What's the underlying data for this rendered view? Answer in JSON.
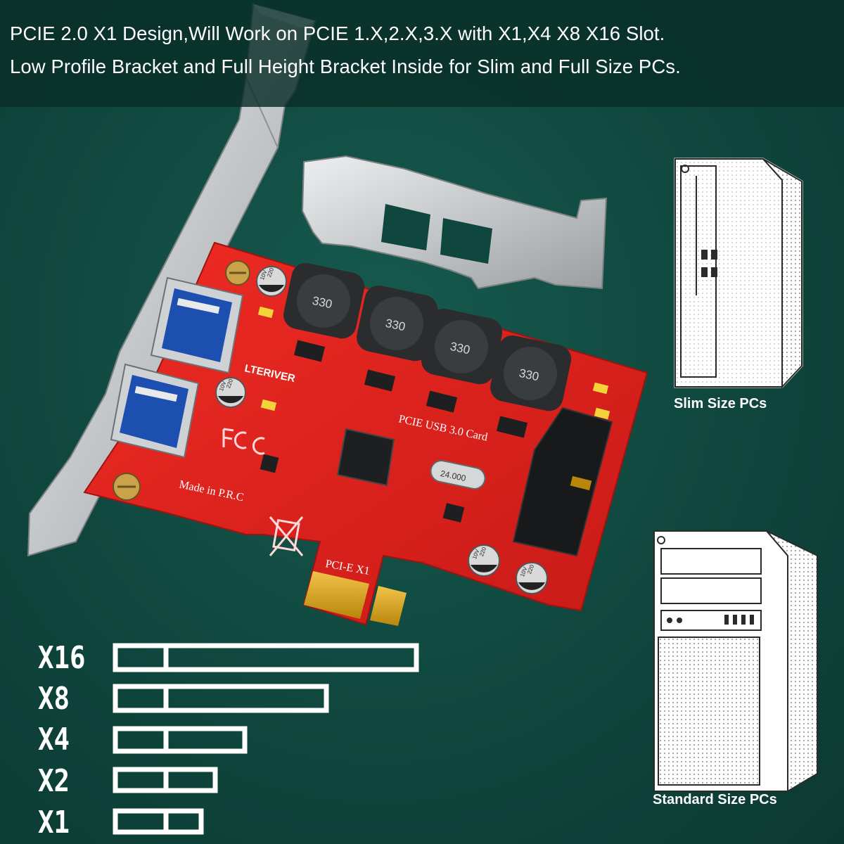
{
  "banner": {
    "line1": "PCIE 2.0 X1 Design,Will Work on PCIE 1.X,2.X,3.X with X1,X4 X8 X16 Slot.",
    "line2": "Low Profile Bracket and Full Height Bracket Inside for Slim and Full Size PCs."
  },
  "card": {
    "brand": "LTERIVER",
    "model_silk": "PCIE USB 3.0 Card",
    "interface_silk": "PCI-E X1",
    "origin_silk": "Made in P.R.C",
    "inductor_marking": "330",
    "crystal_marking": "24.000",
    "capacitor_marking_top": "220",
    "capacitor_marking_bottom": "10V"
  },
  "computers": {
    "slim_caption": "Slim Size PCs",
    "standard_caption": "Standard Size PCs"
  },
  "slots": [
    {
      "label": "X16"
    },
    {
      "label": "X8"
    },
    {
      "label": "X4"
    },
    {
      "label": "X2"
    },
    {
      "label": "X1"
    }
  ],
  "colors": {
    "background": "#0f463d",
    "pcb": "#e0221e",
    "bracket": "#c9ccce",
    "text": "#ffffff"
  }
}
